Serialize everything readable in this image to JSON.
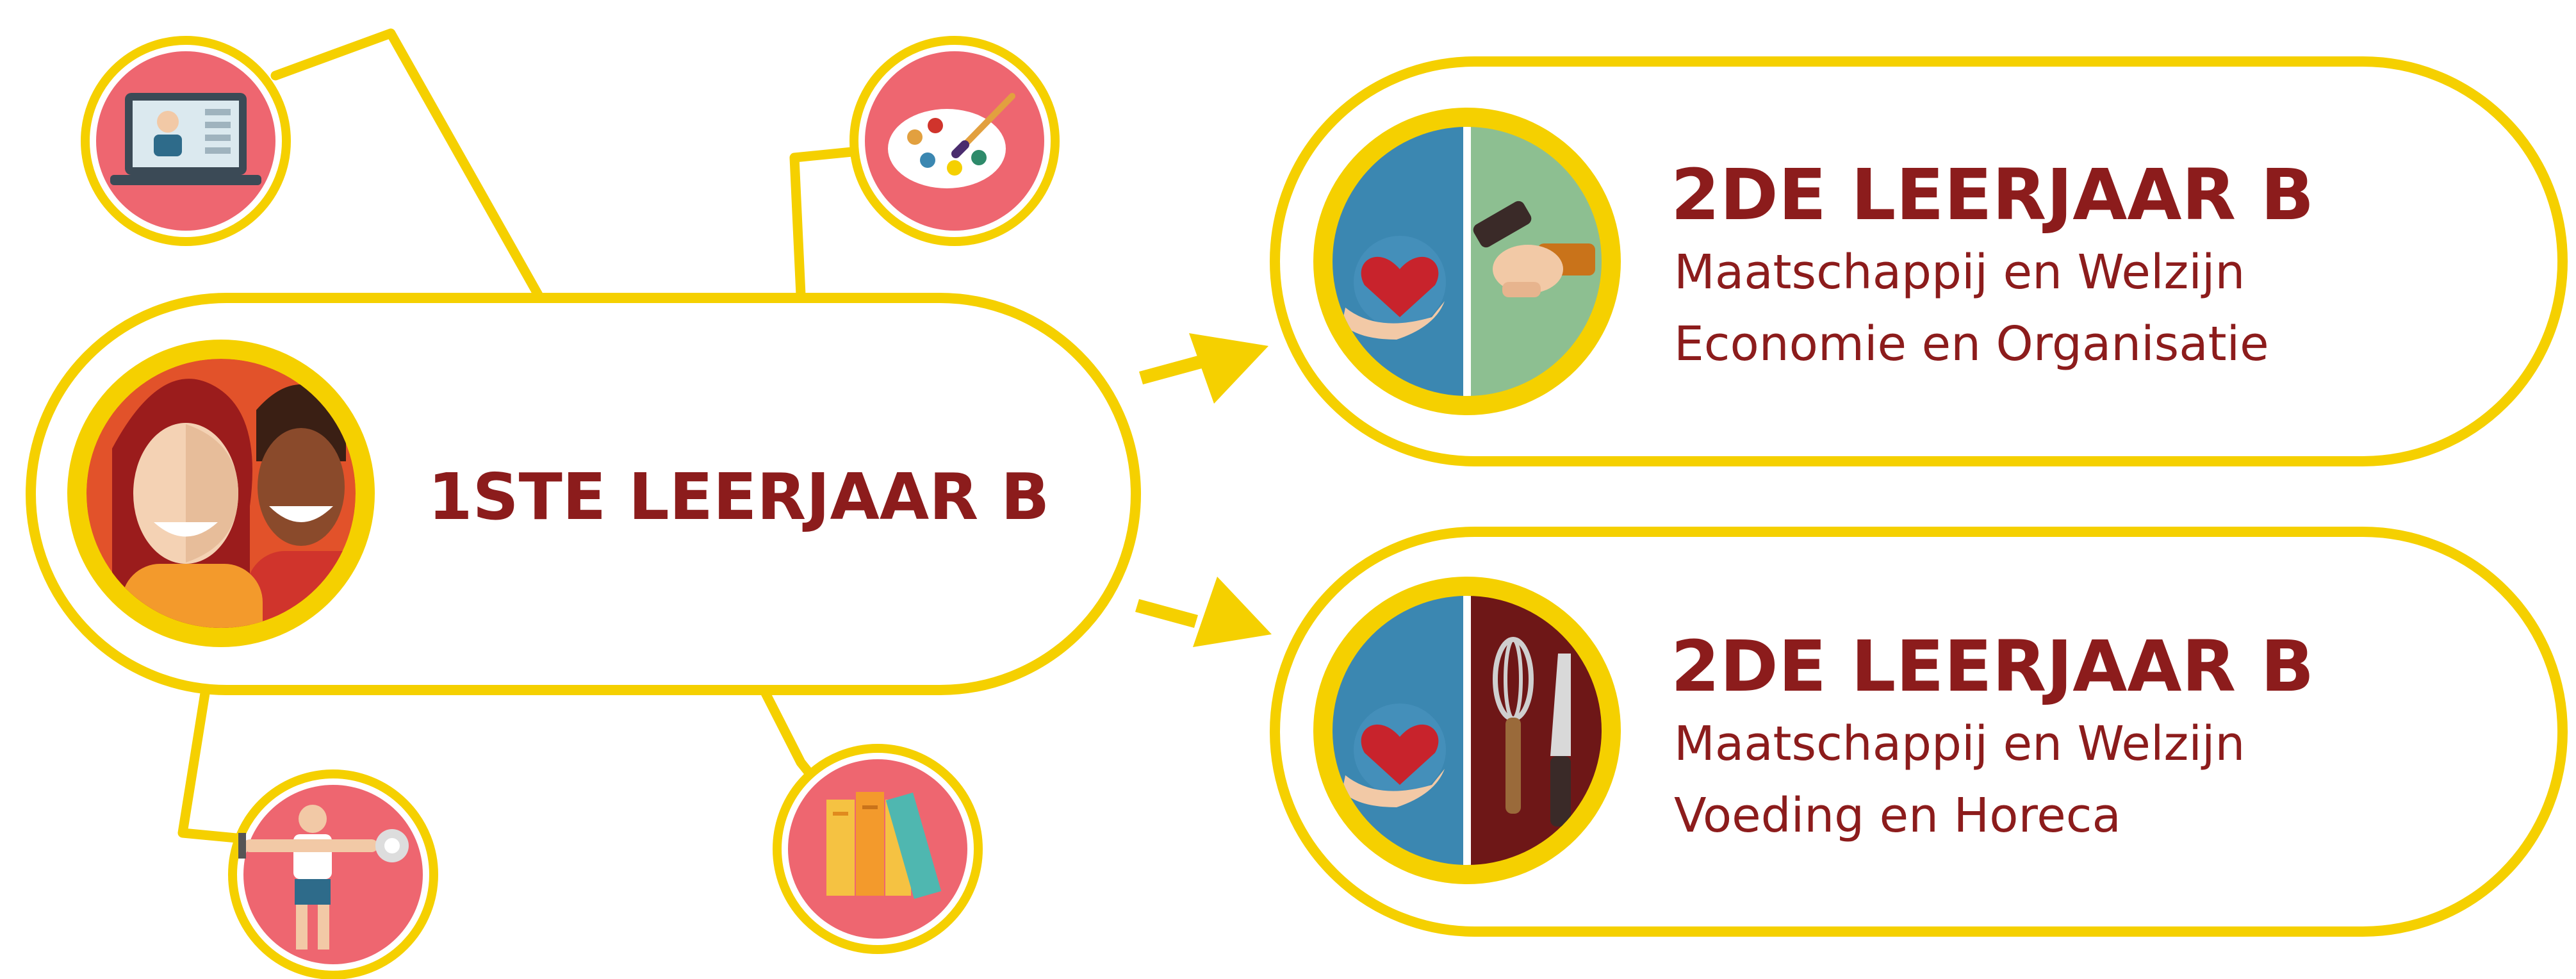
{
  "colors": {
    "accent_yellow": "#f5d000",
    "text_maroon": "#8c1c1c",
    "icon_pink": "#ee6670",
    "split_blue": "#3b87b1",
    "split_green": "#8dbf91",
    "split_maroon": "#6e1717"
  },
  "start": {
    "title": "1STE LEERJAAR B",
    "icon": "students-icon"
  },
  "satellites": [
    {
      "icon": "video-lesson-icon"
    },
    {
      "icon": "paint-palette-icon"
    },
    {
      "icon": "sport-dumbbell-icon"
    },
    {
      "icon": "books-icon"
    }
  ],
  "paths": [
    {
      "title": "2DE LEERJAAR B",
      "line1": "Maatschappij en Welzijn",
      "line2": "Economie en Organisatie",
      "icons": [
        "heart-in-hand-icon",
        "handshake-icon"
      ]
    },
    {
      "title": "2DE LEERJAAR B",
      "line1": "Maatschappij en Welzijn",
      "line2": "Voeding en Horeca",
      "icons": [
        "heart-in-hand-icon",
        "whisk-and-knife-icon"
      ]
    }
  ]
}
